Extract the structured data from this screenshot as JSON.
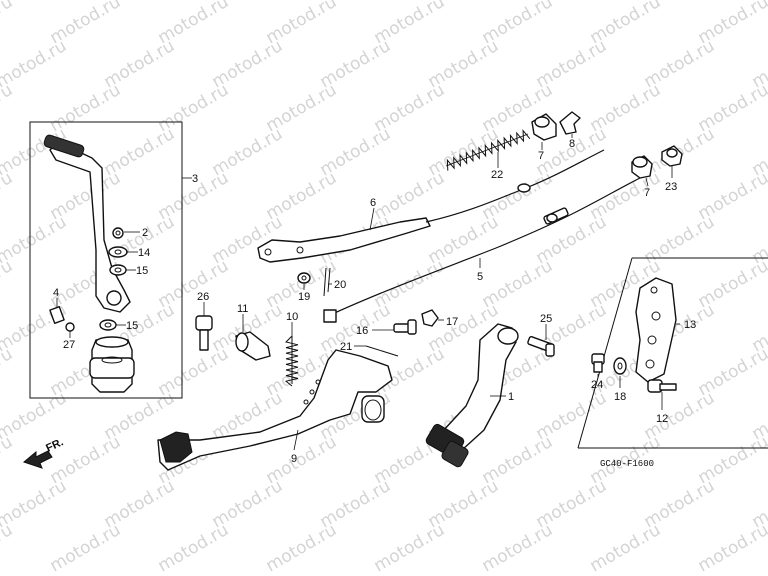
{
  "watermark": "motod.ru",
  "direction_label": "FR.",
  "diagram_code": "GC40-F1600",
  "callouts": {
    "p1": "1",
    "p2": "2",
    "p3": "3",
    "p4": "4",
    "p5": "5",
    "p6": "6",
    "p7a": "7",
    "p7b": "7",
    "p8": "8",
    "p9": "9",
    "p10": "10",
    "p11": "11",
    "p12": "12",
    "p13": "13",
    "p14": "14",
    "p15a": "15",
    "p15b": "15",
    "p16": "16",
    "p17": "17",
    "p18": "18",
    "p19": "19",
    "p20": "20",
    "p21": "21",
    "p22": "22",
    "p23": "23",
    "p24": "24",
    "p25": "25",
    "p26": "26",
    "p27": "27"
  }
}
